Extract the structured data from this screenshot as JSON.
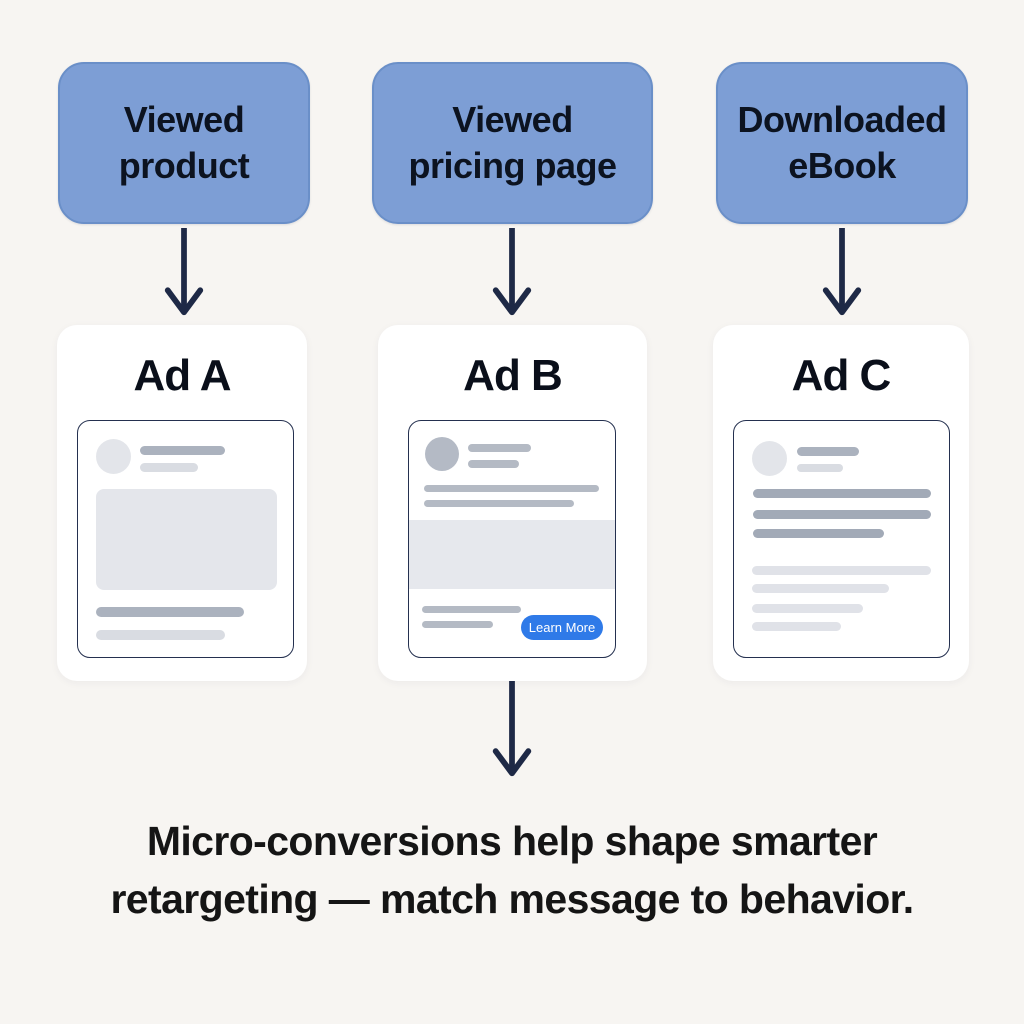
{
  "flow": {
    "columns": [
      {
        "trigger": "Viewed\nproduct",
        "ad": {
          "title": "Ad A",
          "type": "image-ad"
        }
      },
      {
        "trigger": "Viewed\npricing page",
        "ad": {
          "title": "Ad B",
          "type": "image-ad-with-cta",
          "cta_label": "Learn More"
        }
      },
      {
        "trigger": "Downloaded\neBook",
        "ad": {
          "title": "Ad C",
          "type": "text-ad"
        }
      }
    ],
    "caption": {
      "line1": "Micro-conversions help shape smarter",
      "line2": "retargeting — match message to behavior."
    }
  },
  "colors": {
    "background": "#f7f5f2",
    "node_fill": "#7d9ed5",
    "node_border": "#6a8fc8",
    "node_text": "#0c1320",
    "arrow": "#1e2946",
    "card_background": "#ffffff",
    "mock_border": "#24304f",
    "placeholder_dark": "#abb2be",
    "placeholder_light": "#d9dce2",
    "image_placeholder": "#e4e6eb",
    "cta_blue": "#2f7ae8",
    "cta_text": "#ffffff",
    "caption_text": "#151515"
  }
}
